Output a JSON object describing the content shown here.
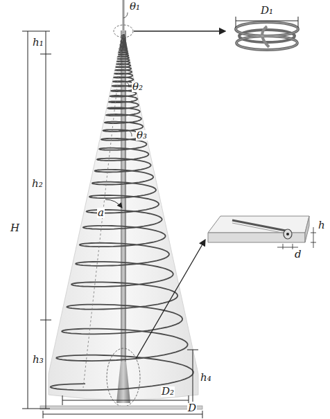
{
  "diagram": {
    "labels": [
      "θ₁",
      "D₁",
      "h₁",
      "θ₂",
      "θ₃",
      "h₂",
      "H",
      "a",
      "h",
      "d",
      "h₃",
      "D₂",
      "h₄",
      "D"
    ]
  }
}
